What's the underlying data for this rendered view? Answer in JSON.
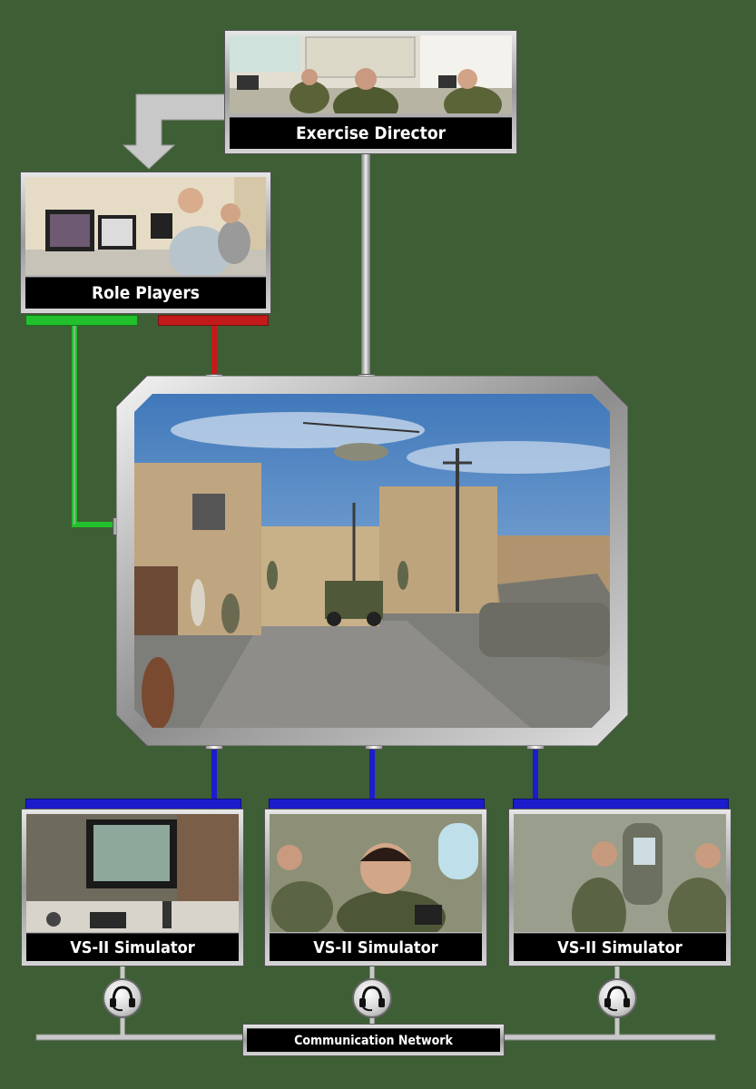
{
  "nodes": {
    "exercise_director": "Exercise Director",
    "role_players": "Role Players",
    "simulators": [
      "VS-II Simulator",
      "VS-II Simulator",
      "VS-II Simulator"
    ],
    "network": "Communication Network"
  },
  "colors": {
    "background": "#3e5e35",
    "link_green": "#22c02c",
    "link_red": "#c21a1a",
    "link_blue": "#1c1ccc"
  },
  "icons": [
    "headset-icon",
    "arrow-down-icon"
  ]
}
